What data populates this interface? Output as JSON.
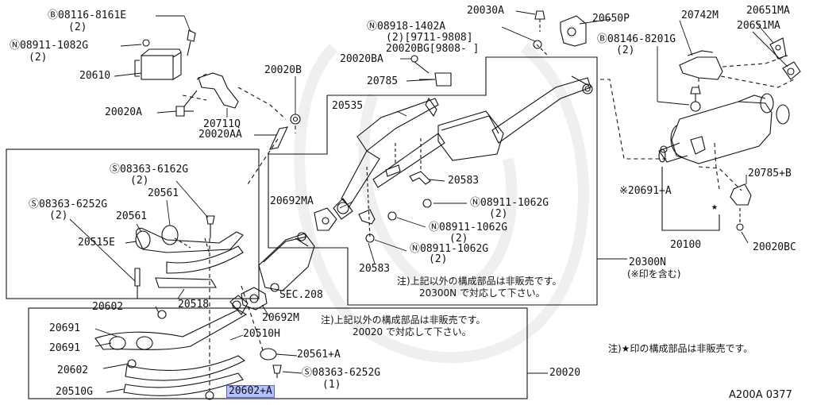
{
  "diagram": {
    "labels": [
      {
        "id": "l1",
        "text": "Ⓑ08116-8161E"
      },
      {
        "id": "l2",
        "text": "(2)"
      },
      {
        "id": "l3",
        "text": "Ⓝ08911-1082G"
      },
      {
        "id": "l4",
        "text": "(2)"
      },
      {
        "id": "l5",
        "text": "20610"
      },
      {
        "id": "l6",
        "text": "20020A"
      },
      {
        "id": "l7",
        "text": "20711Q"
      },
      {
        "id": "l8",
        "text": "20020B"
      },
      {
        "id": "l9",
        "text": "20020AA"
      },
      {
        "id": "l10",
        "text": "20030A"
      },
      {
        "id": "l11",
        "text": "20650P"
      },
      {
        "id": "l12",
        "text": "Ⓝ08918-1402A"
      },
      {
        "id": "l13",
        "text": "(2)[9711-9808]"
      },
      {
        "id": "l14",
        "text": "20020BG[9808-    ]"
      },
      {
        "id": "l15",
        "text": "20020BA"
      },
      {
        "id": "l16",
        "text": "20785"
      },
      {
        "id": "l17",
        "text": "20742M"
      },
      {
        "id": "l18",
        "text": "20651MA"
      },
      {
        "id": "l19",
        "text": "20651MA"
      },
      {
        "id": "l20",
        "text": "Ⓑ08146-8201G"
      },
      {
        "id": "l21",
        "text": "(2)"
      },
      {
        "id": "l22",
        "text": "20535"
      },
      {
        "id": "l23",
        "text": "Ⓢ08363-6162G"
      },
      {
        "id": "l24",
        "text": "(2)"
      },
      {
        "id": "l25",
        "text": "20561"
      },
      {
        "id": "l26",
        "text": "Ⓢ08363-6252G"
      },
      {
        "id": "l27",
        "text": "(2)"
      },
      {
        "id": "l28",
        "text": "20561"
      },
      {
        "id": "l29",
        "text": "20515E"
      },
      {
        "id": "l30",
        "text": "20583"
      },
      {
        "id": "l31",
        "text": "20692MA"
      },
      {
        "id": "l32",
        "text": "Ⓝ08911-1062G"
      },
      {
        "id": "l33",
        "text": "(2)"
      },
      {
        "id": "l34",
        "text": "Ⓝ08911-1062G"
      },
      {
        "id": "l35",
        "text": "(2)"
      },
      {
        "id": "l36",
        "text": "Ⓝ08911-1062G"
      },
      {
        "id": "l37",
        "text": "(2)"
      },
      {
        "id": "l38",
        "text": "20583"
      },
      {
        "id": "l39",
        "text": "20785+B"
      },
      {
        "id": "l40",
        "text": "※20691+A"
      },
      {
        "id": "l41",
        "text": "20100"
      },
      {
        "id": "l42",
        "text": "20020BC"
      },
      {
        "id": "l43",
        "text": "20300N"
      },
      {
        "id": "l44",
        "text": "(※印を含む)"
      },
      {
        "id": "l45",
        "text": "SEC.208"
      },
      {
        "id": "l46",
        "text": "20602"
      },
      {
        "id": "l47",
        "text": "20518"
      },
      {
        "id": "l48",
        "text": "20692M"
      },
      {
        "id": "l49",
        "text": "20691"
      },
      {
        "id": "l50",
        "text": "20691"
      },
      {
        "id": "l51",
        "text": "20510H"
      },
      {
        "id": "l52",
        "text": "20561+A"
      },
      {
        "id": "l53",
        "text": "20602"
      },
      {
        "id": "l54",
        "text": "Ⓢ08363-6252G"
      },
      {
        "id": "l55",
        "text": "(1)"
      },
      {
        "id": "l56",
        "text": "20020"
      },
      {
        "id": "l57",
        "text": "20510G"
      },
      {
        "id": "l58",
        "text": "20602+A"
      }
    ],
    "notes": [
      {
        "id": "n1",
        "text": "注)上記以外の構成部品は非販売です。"
      },
      {
        "id": "n2",
        "text": "20300N で対応して下さい。"
      },
      {
        "id": "n3",
        "text": "注)上記以外の構成部品は非販売です。"
      },
      {
        "id": "n4",
        "text": "20020 で対応して下さい。"
      },
      {
        "id": "n5",
        "text": "注)★印の構成部品は非販売です。"
      }
    ],
    "reference": "A200A 0377",
    "highlighted_part": "20602+A",
    "highlight_color": "#b6bfff"
  }
}
